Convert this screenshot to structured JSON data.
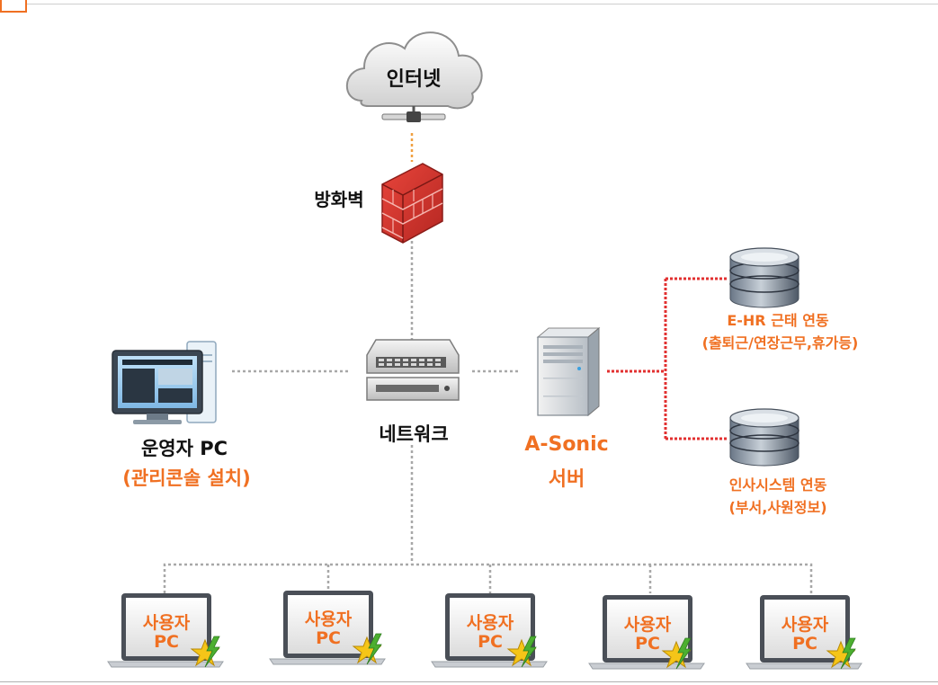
{
  "nodes": {
    "internet": "인터넷",
    "firewall": "방화벽",
    "network": "네트워크",
    "operator_pc": {
      "title": "운영자 PC",
      "subtitle": "(관리콘솔 설치)"
    },
    "server": {
      "line1": "A-Sonic",
      "line2": "서버"
    },
    "ehr_db": {
      "line1": "E-HR 근태 연동",
      "line2": "(출퇴근/연장근무,휴가등)"
    },
    "hr_db": {
      "line1": "인사시스템 연동",
      "line2": "(부서,사원정보)"
    },
    "user_pcs": [
      {
        "line1": "사용자",
        "line2": "PC"
      },
      {
        "line1": "사용자",
        "line2": "PC"
      },
      {
        "line1": "사용자",
        "line2": "PC"
      },
      {
        "line1": "사용자",
        "line2": "PC"
      },
      {
        "line1": "사용자",
        "line2": "PC"
      }
    ]
  },
  "colors": {
    "accent": "#f07022",
    "link_gray": "#a8a8a8",
    "link_orange": "#f0a040",
    "link_red": "#e23030",
    "firewall_red": "#d8322c"
  }
}
